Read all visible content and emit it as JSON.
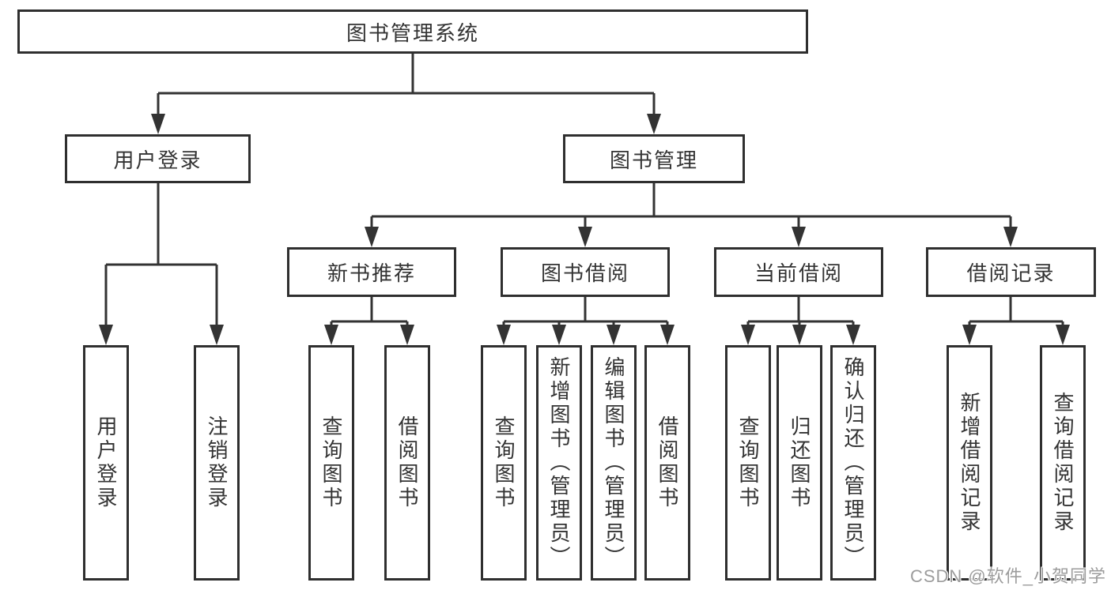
{
  "diagram": {
    "type": "tree",
    "root": {
      "label": "图书管理系统",
      "children": [
        {
          "label": "用户登录",
          "children": [
            {
              "label": "用户登录"
            },
            {
              "label": "注销登录"
            }
          ]
        },
        {
          "label": "图书管理",
          "children": [
            {
              "label": "新书推荐",
              "children": [
                {
                  "label": "查询图书"
                },
                {
                  "label": "借阅图书"
                }
              ]
            },
            {
              "label": "图书借阅",
              "children": [
                {
                  "label": "查询图书"
                },
                {
                  "label": "新增图书（管理员）"
                },
                {
                  "label": "编辑图书（管理员）"
                },
                {
                  "label": "借阅图书"
                }
              ]
            },
            {
              "label": "当前借阅",
              "children": [
                {
                  "label": "查询图书"
                },
                {
                  "label": "归还图书"
                },
                {
                  "label": "确认归还（管理员）"
                }
              ]
            },
            {
              "label": "借阅记录",
              "children": [
                {
                  "label": "新增借阅记录"
                },
                {
                  "label": "查询借阅记录"
                }
              ]
            }
          ]
        }
      ]
    }
  },
  "watermark": {
    "text": "CSDN @软件_小贺同学"
  },
  "colors": {
    "line": "#333333",
    "box_border": "#2f2f2f",
    "text": "#333333",
    "background": "#ffffff",
    "watermark": "#9c9c9c"
  }
}
